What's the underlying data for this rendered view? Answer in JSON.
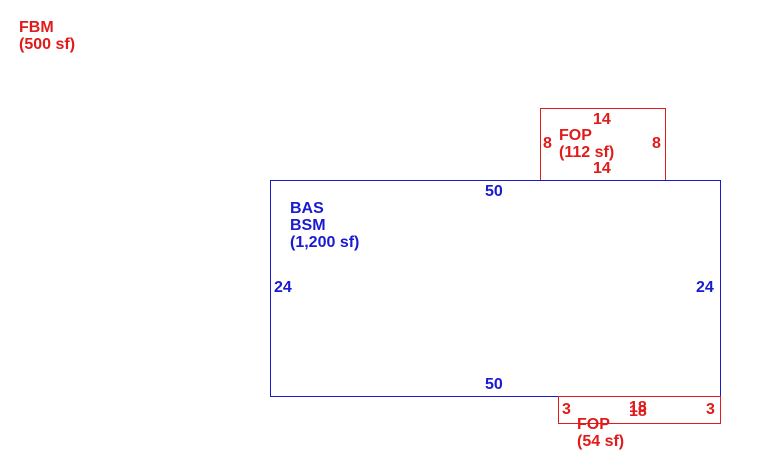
{
  "fbm": {
    "code": "FBM",
    "area": "(500 sf)"
  },
  "main": {
    "code1": "BAS",
    "code2": "BSM",
    "area": "(1,200 sf)",
    "top": "50",
    "bottom": "50",
    "left": "24",
    "right": "24"
  },
  "porch_top": {
    "code": "FOP",
    "area": "(112 sf)",
    "top": "14",
    "bottom": "14",
    "left": "8",
    "right": "8"
  },
  "porch_bottom": {
    "code": "FOP",
    "area": "(54 sf)",
    "top_a": "18",
    "top_b": "18",
    "left": "3",
    "right": "3"
  },
  "colors": {
    "red": "#e01b1b",
    "blue": "#1a1ad0"
  }
}
